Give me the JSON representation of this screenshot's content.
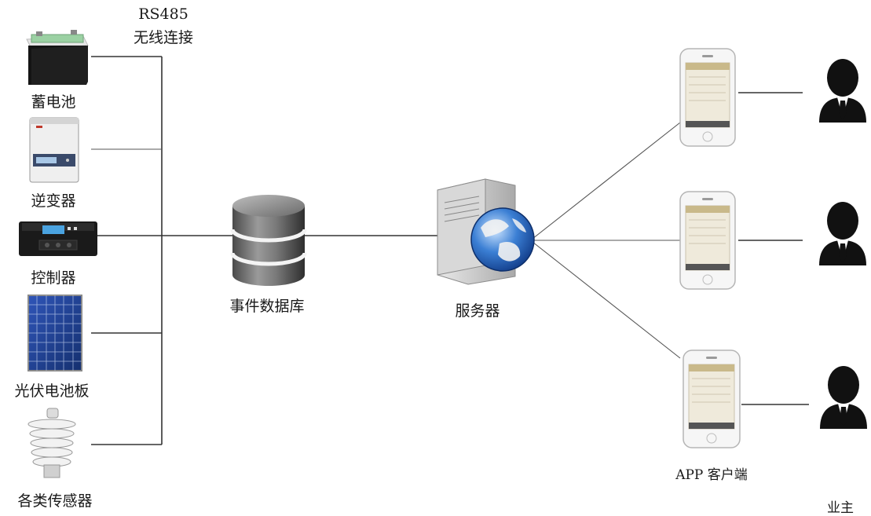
{
  "link": {
    "protocol": "RS485",
    "wireless": "无线连接"
  },
  "devices": {
    "battery": "蓄电池",
    "inverter": "逆变器",
    "controller": "控制器",
    "pv_panel": "光伏电池板",
    "sensors": "各类传感器"
  },
  "database": {
    "label": "事件数据库"
  },
  "server": {
    "label": "服务器"
  },
  "clients": {
    "label": "APP 客户端"
  },
  "owner": {
    "label": "业主"
  }
}
